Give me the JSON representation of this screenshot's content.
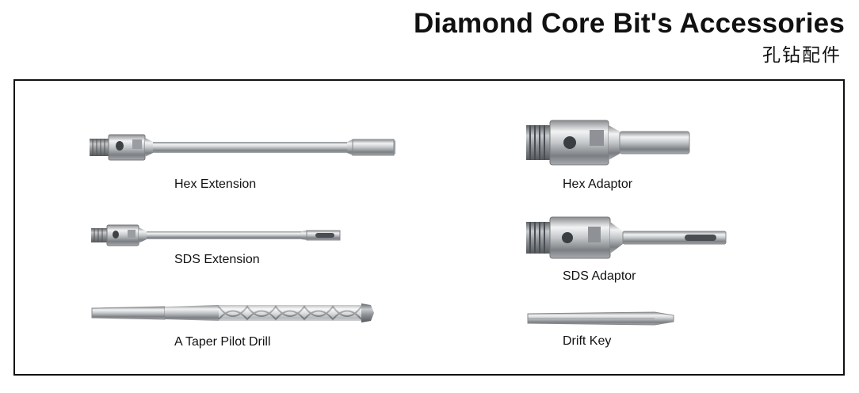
{
  "header": {
    "title": "Diamond Core Bit's Accessories",
    "subtitle": "孔钻配件"
  },
  "items": [
    {
      "label": "Hex Extension",
      "icon": "hex-extension-icon"
    },
    {
      "label": "SDS Extension",
      "icon": "sds-extension-icon"
    },
    {
      "label": "A Taper Pilot Drill",
      "icon": "taper-pilot-drill-icon"
    },
    {
      "label": "Hex Adaptor",
      "icon": "hex-adaptor-icon"
    },
    {
      "label": "SDS Adaptor",
      "icon": "sds-adaptor-icon"
    },
    {
      "label": "Drift Key",
      "icon": "drift-key-icon"
    }
  ],
  "colors": {
    "metal_light": "#e8e8ea",
    "metal_mid": "#b9bcc0",
    "metal_dark": "#6e7276",
    "border": "#111111"
  }
}
